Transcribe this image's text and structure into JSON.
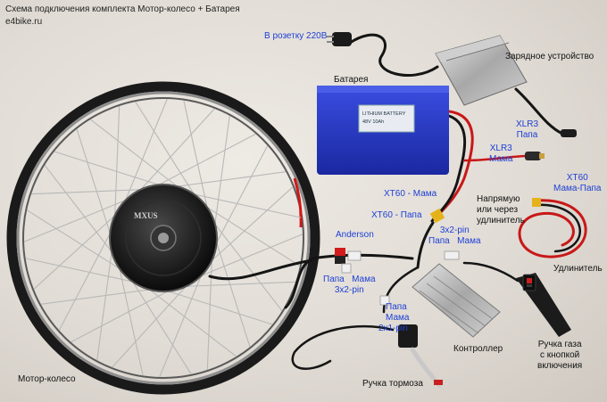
{
  "header": {
    "title": "Схема подключения комплекта Мотор-колесо + Батарея",
    "site": "e4bike.ru"
  },
  "labels": {
    "outlet": "В розетку 220В",
    "charger": "Зарядное устройство",
    "battery": "Батарея",
    "xlr3_papa_1": "XLR3",
    "xlr3_papa_2": "Папа",
    "xlr3_mama_1": "XLR3",
    "xlr3_mama_2": "Мама",
    "xt60_mama": "XT60 - Мама",
    "xt60_papa": "XT60 - Папа",
    "direct_1": "Напрямую",
    "direct_2": "или через",
    "direct_3": "удлинитель",
    "xt60_ext_1": "XT60",
    "xt60_ext_2": "Мама-Папа",
    "extender": "Удлинитель",
    "anderson": "Anderson",
    "pin3x2_a_1": "3x2-pin",
    "pin3x2_a_2": "Папа",
    "pin3x2_a_3": "Мама",
    "pin3x2_b_1": "Папа",
    "pin3x2_b_2": "Мама",
    "pin3x2_b_3": "3x2-pin",
    "pin2x1_1": "Папа",
    "pin2x1_2": "Мама",
    "pin2x1_3": "2x1-pin",
    "controller": "Контроллер",
    "throttle_1": "Ручка газа",
    "throttle_2": "с кнопкой",
    "throttle_3": "включения",
    "brake": "Ручка тормоза",
    "motor_wheel": "Мотор-колесо"
  },
  "battery_sticker": {
    "line1": "LITHIUM BATTERY",
    "line2": "48V 10Ah"
  },
  "hub_brand": "MXUS",
  "colors": {
    "blue_label": "#1d3fd6",
    "battery": "#2436c8",
    "cable_red": "#c81818",
    "cable_black": "#151515"
  }
}
